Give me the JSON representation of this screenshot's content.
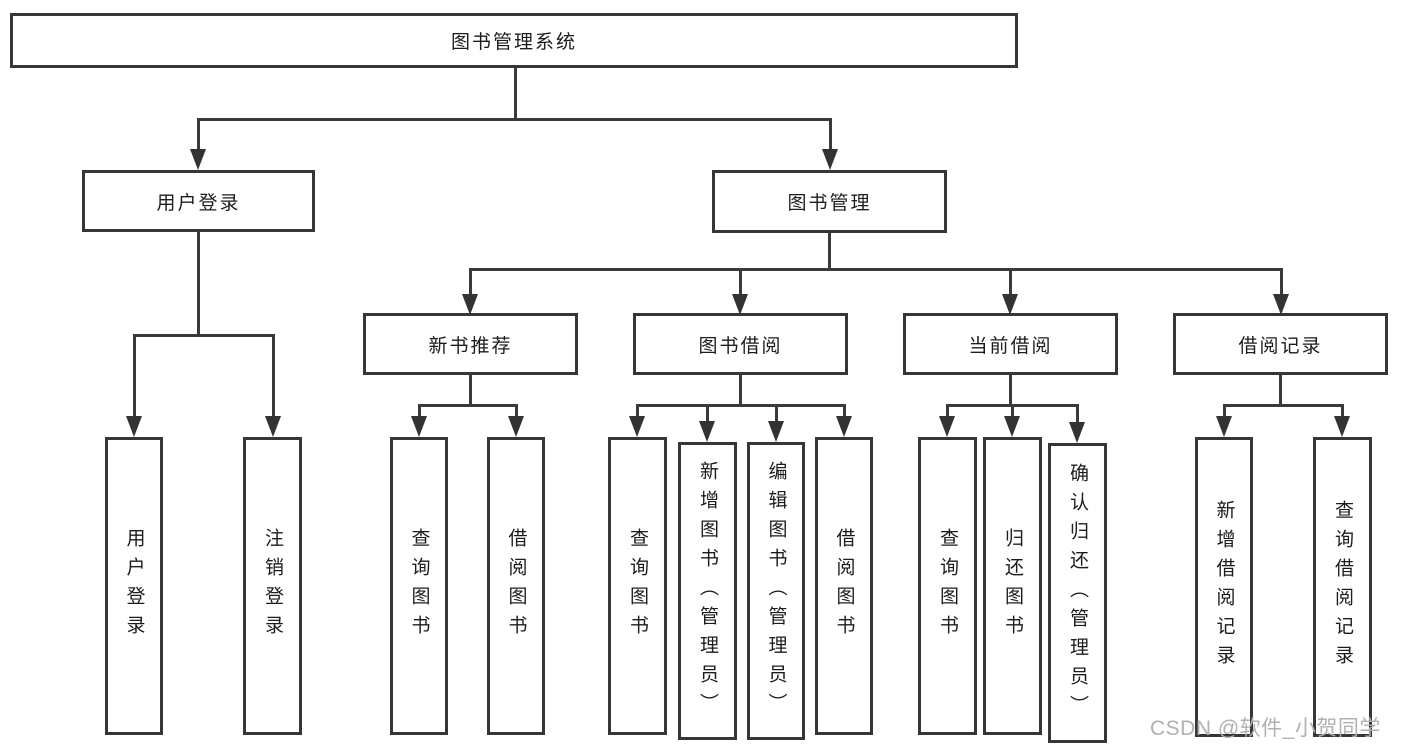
{
  "diagram_title": "图书管理系统",
  "tree": {
    "root": {
      "label": "图书管理系统"
    },
    "branches": [
      {
        "label": "用户登录",
        "children": [
          {
            "label": "用户登录"
          },
          {
            "label": "注销登录"
          }
        ]
      },
      {
        "label": "图书管理",
        "children": [
          {
            "label": "新书推荐",
            "children": [
              {
                "label": "查询图书"
              },
              {
                "label": "借阅图书"
              }
            ]
          },
          {
            "label": "图书借阅",
            "children": [
              {
                "label": "查询图书"
              },
              {
                "label": "新增图书（管理员）"
              },
              {
                "label": "编辑图书（管理员）"
              },
              {
                "label": "借阅图书"
              }
            ]
          },
          {
            "label": "当前借阅",
            "children": [
              {
                "label": "查询图书"
              },
              {
                "label": "归还图书"
              },
              {
                "label": "确认归还（管理员）"
              }
            ]
          },
          {
            "label": "借阅记录",
            "children": [
              {
                "label": "新增借阅记录"
              },
              {
                "label": "查询借阅记录"
              }
            ]
          }
        ]
      }
    ]
  },
  "watermark": {
    "text": "CSDN @软件_小贺同学"
  },
  "colors": {
    "line": "#3a3a3a",
    "border": "#363636",
    "text": "#1c1c1c",
    "watermark": "#b0b0b0",
    "background": "#ffffff"
  }
}
